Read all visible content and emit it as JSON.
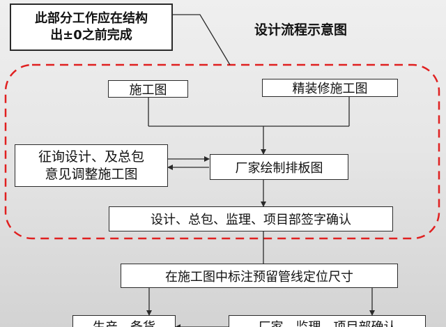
{
  "note": {
    "line1": "此部分工作应在结构",
    "line2": "出±0之前完成"
  },
  "title": "设计流程示意图",
  "boxes": {
    "construction_drawing": "施工图",
    "finishing_drawing": "精装修施工图",
    "consult_line1": "征询设计、及总包",
    "consult_line2": "意见调整施工图",
    "manufacturer_layout": "厂家绘制排板图",
    "sign_confirm": "设计、总包、监理、项目部签字确认",
    "mark_pipelines": "在施工图中标注预留管线定位尺寸",
    "bottom_left": "生产、备货",
    "bottom_right": "厂家、监理、项目部确认"
  },
  "colors": {
    "dashed_region": "#e02020",
    "line": "#2a2a2a"
  }
}
